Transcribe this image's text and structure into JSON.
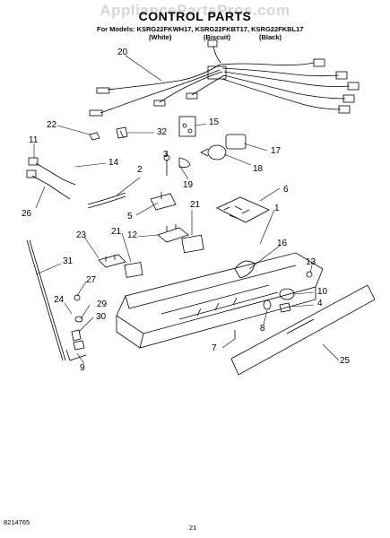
{
  "watermark": "AppliancePartsPros.com",
  "title": "CONTROL PARTS",
  "models_line": "For Models: KSRG22FKWH17, KSRG22FKBT17, KSRG22FKBL17",
  "colors": [
    "(White)",
    "(Biscuit)",
    "(Black)"
  ],
  "part_labels": [
    "20",
    "22",
    "32",
    "15",
    "11",
    "14",
    "17",
    "3",
    "2",
    "18",
    "19",
    "6",
    "26",
    "5",
    "21",
    "1",
    "23",
    "21",
    "12",
    "16",
    "31",
    "13",
    "27",
    "24",
    "10",
    "29",
    "4",
    "30",
    "8",
    "7",
    "9",
    "25"
  ],
  "footer": {
    "doc_number": "8214765",
    "page_number": "21"
  }
}
